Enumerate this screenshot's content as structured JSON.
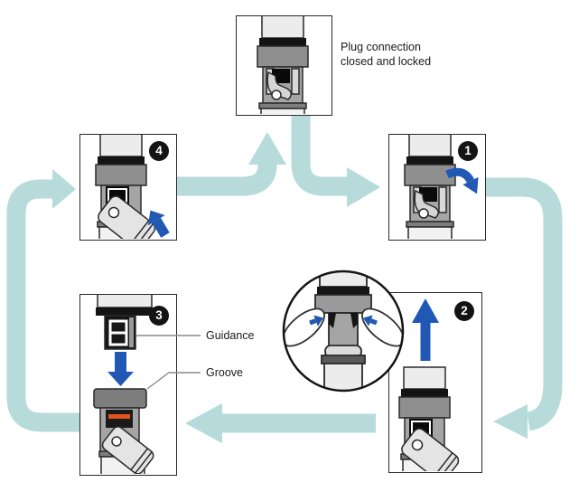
{
  "diagram": {
    "note": {
      "line1": "Plug connection",
      "line2": "closed and locked"
    },
    "callouts": {
      "guidance": "Guidance",
      "groove": "Groove"
    },
    "steps": [
      {
        "number": "1"
      },
      {
        "number": "2"
      },
      {
        "number": "3"
      },
      {
        "number": "4"
      }
    ],
    "colors": {
      "cycle_arrow": "#b6dbda",
      "action_arrow": "#2058b4",
      "groove_highlight": "#e0551f",
      "badge_background": "#141414",
      "badge_number": "#ffffff",
      "leader_line": "#8a8a8a"
    },
    "icons": {
      "cycle_arrow": "thick-teal-curved-flow-arrow",
      "action_arrow": "blue-solid-direction-arrow",
      "grip_detail_inset": "magnified-circle-showing-finger-press"
    }
  }
}
